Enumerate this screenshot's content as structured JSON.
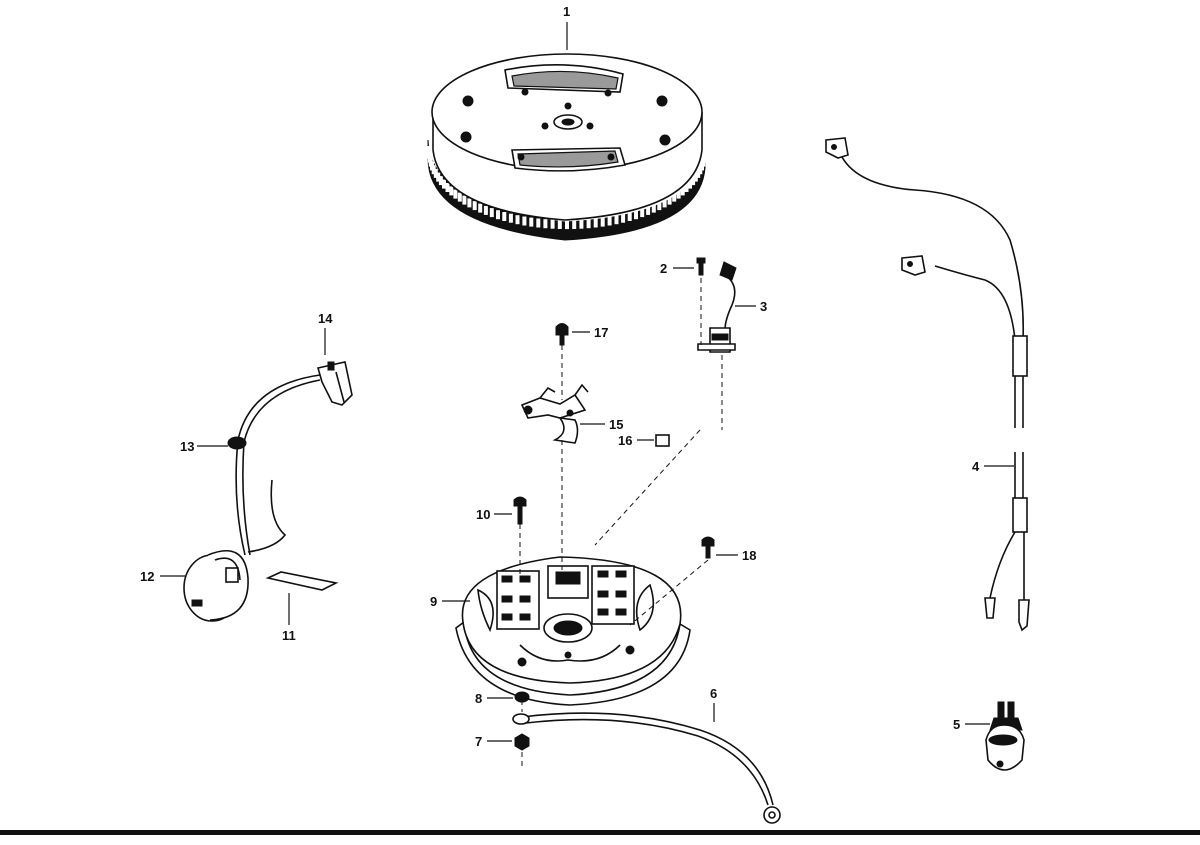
{
  "parts": [
    {
      "id": "part-1",
      "number": "1"
    },
    {
      "id": "part-2",
      "number": "2"
    },
    {
      "id": "part-3",
      "number": "3"
    },
    {
      "id": "part-4",
      "number": "4"
    },
    {
      "id": "part-5",
      "number": "5"
    },
    {
      "id": "part-6",
      "number": "6"
    },
    {
      "id": "part-7",
      "number": "7"
    },
    {
      "id": "part-8",
      "number": "8"
    },
    {
      "id": "part-9",
      "number": "9"
    },
    {
      "id": "part-10",
      "number": "10"
    },
    {
      "id": "part-11",
      "number": "11"
    },
    {
      "id": "part-12",
      "number": "12"
    },
    {
      "id": "part-13",
      "number": "13"
    },
    {
      "id": "part-14",
      "number": "14"
    },
    {
      "id": "part-15",
      "number": "15"
    },
    {
      "id": "part-16",
      "number": "16"
    },
    {
      "id": "part-17",
      "number": "17"
    },
    {
      "id": "part-18",
      "number": "18"
    }
  ],
  "colors": {
    "ink": "#111111",
    "paper": "#ffffff",
    "shade": "#9a9a9a"
  }
}
